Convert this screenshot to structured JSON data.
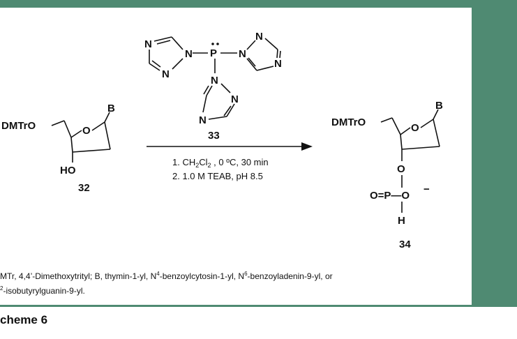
{
  "colors": {
    "frame": "#4f8a72",
    "ink": "#111111"
  },
  "reagent": {
    "center_atom": "P",
    "ring_atoms": "N",
    "number": "33"
  },
  "starting_material": {
    "protecting_group": "DMTrO",
    "base": "B",
    "hydroxyl": "HO",
    "ring_oxygen": "O",
    "number": "32"
  },
  "product": {
    "protecting_group": "DMTrO",
    "base": "B",
    "ring_oxygen": "O",
    "linker_oxygen": "O",
    "phosphorus_group": "O=P—O",
    "charge": "−",
    "hydrogen": "H",
    "number": "34"
  },
  "conditions": {
    "step1_prefix": "1. CH",
    "step1_sub1": "2",
    "step1_mid": "Cl",
    "step1_sub2": "2",
    "step1_suffix": " , 0 ºC, 30 min",
    "step2": "2. 1.0 M TEAB, pH 8.5"
  },
  "footnote": {
    "line1_a": "MTr, 4,4’-Dimethoxytrityl; B, thymin-1-yl, N",
    "sup1": "4",
    "line1_b": "-benzoylcytosin-1-yl, N",
    "sup2": "6",
    "line1_c": "-benzoyladenin-9-yl, or",
    "sup3": "2",
    "line2": "-isobutyrylguanin-9-yl."
  },
  "caption": "cheme 6"
}
